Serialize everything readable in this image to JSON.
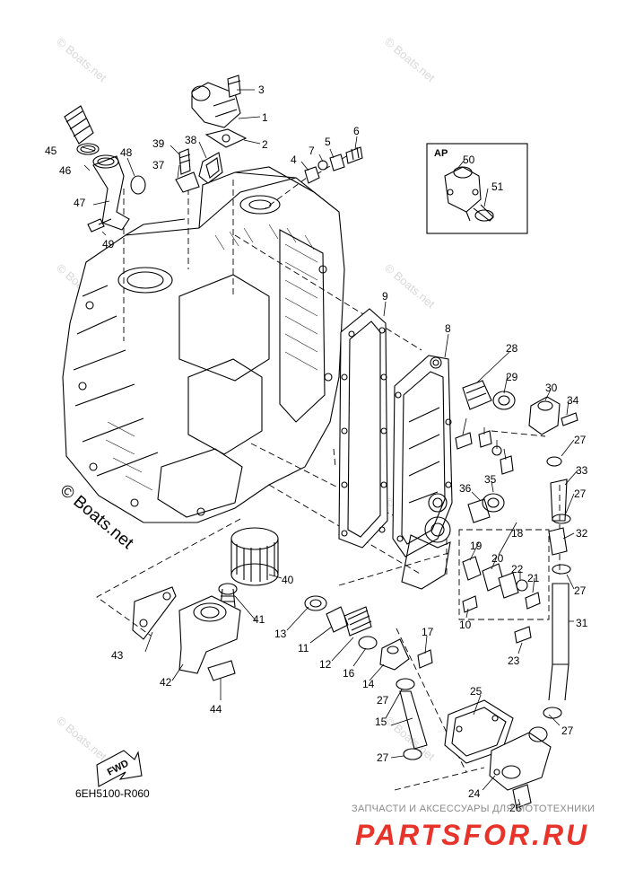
{
  "diagram": {
    "part_code": "6EH5100-R060",
    "inset_label": "AP",
    "fwd_label": "FWD",
    "watermark_big": "© Boats.net",
    "watermark_small": "© Boats.net",
    "shop_tagline": "ЗАПЧАСТИ И АКСЕССУАРЫ ДЛЯ МОТОТЕХНИКИ",
    "shop_brand": "PARTSFOR.RU",
    "brand_color": "#e8332a",
    "callouts": [
      "1",
      "2",
      "3",
      "4",
      "5",
      "6",
      "7",
      "8",
      "9",
      "10",
      "11",
      "12",
      "13",
      "14",
      "15",
      "16",
      "17",
      "18",
      "19",
      "20",
      "21",
      "22",
      "23",
      "24",
      "25",
      "26",
      "27",
      "28",
      "29",
      "30",
      "31",
      "32",
      "33",
      "34",
      "35",
      "36",
      "37",
      "38",
      "39",
      "40",
      "41",
      "42",
      "43",
      "44",
      "45",
      "46",
      "47",
      "48",
      "49",
      "50",
      "51"
    ]
  }
}
